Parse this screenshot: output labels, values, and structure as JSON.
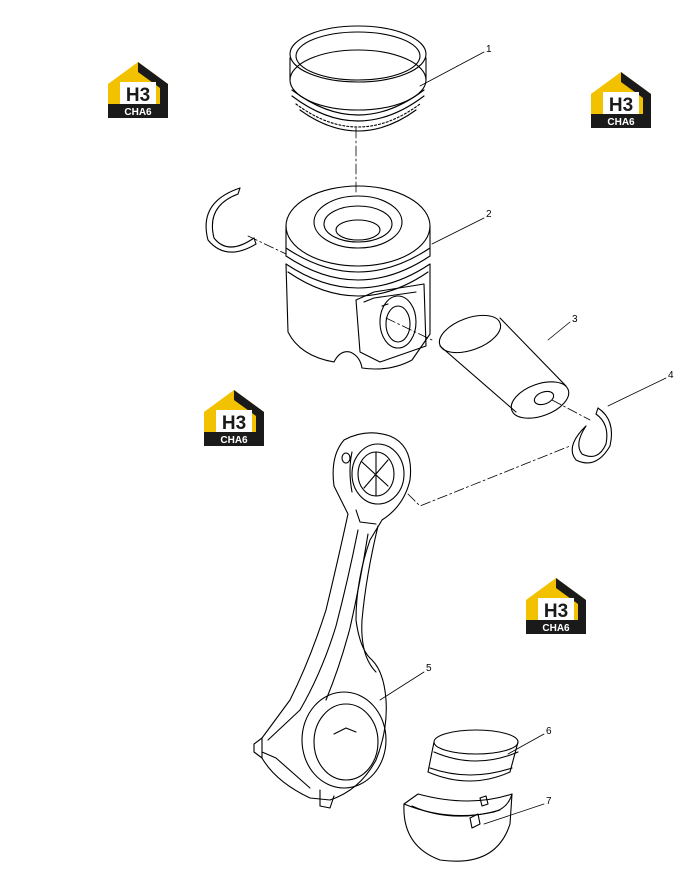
{
  "callouts": [
    {
      "id": "1"
    },
    {
      "id": "2"
    },
    {
      "id": "3"
    },
    {
      "id": "4"
    },
    {
      "id": "5"
    },
    {
      "id": "6"
    },
    {
      "id": "7"
    }
  ],
  "watermark": {
    "top_text": "H3",
    "bottom_text": "CHA6",
    "colors": {
      "yellow": "#f2c200",
      "dark": "#1a1a1a",
      "white": "#ffffff"
    }
  },
  "colors": {
    "line": "#000000",
    "paper": "#ffffff"
  }
}
